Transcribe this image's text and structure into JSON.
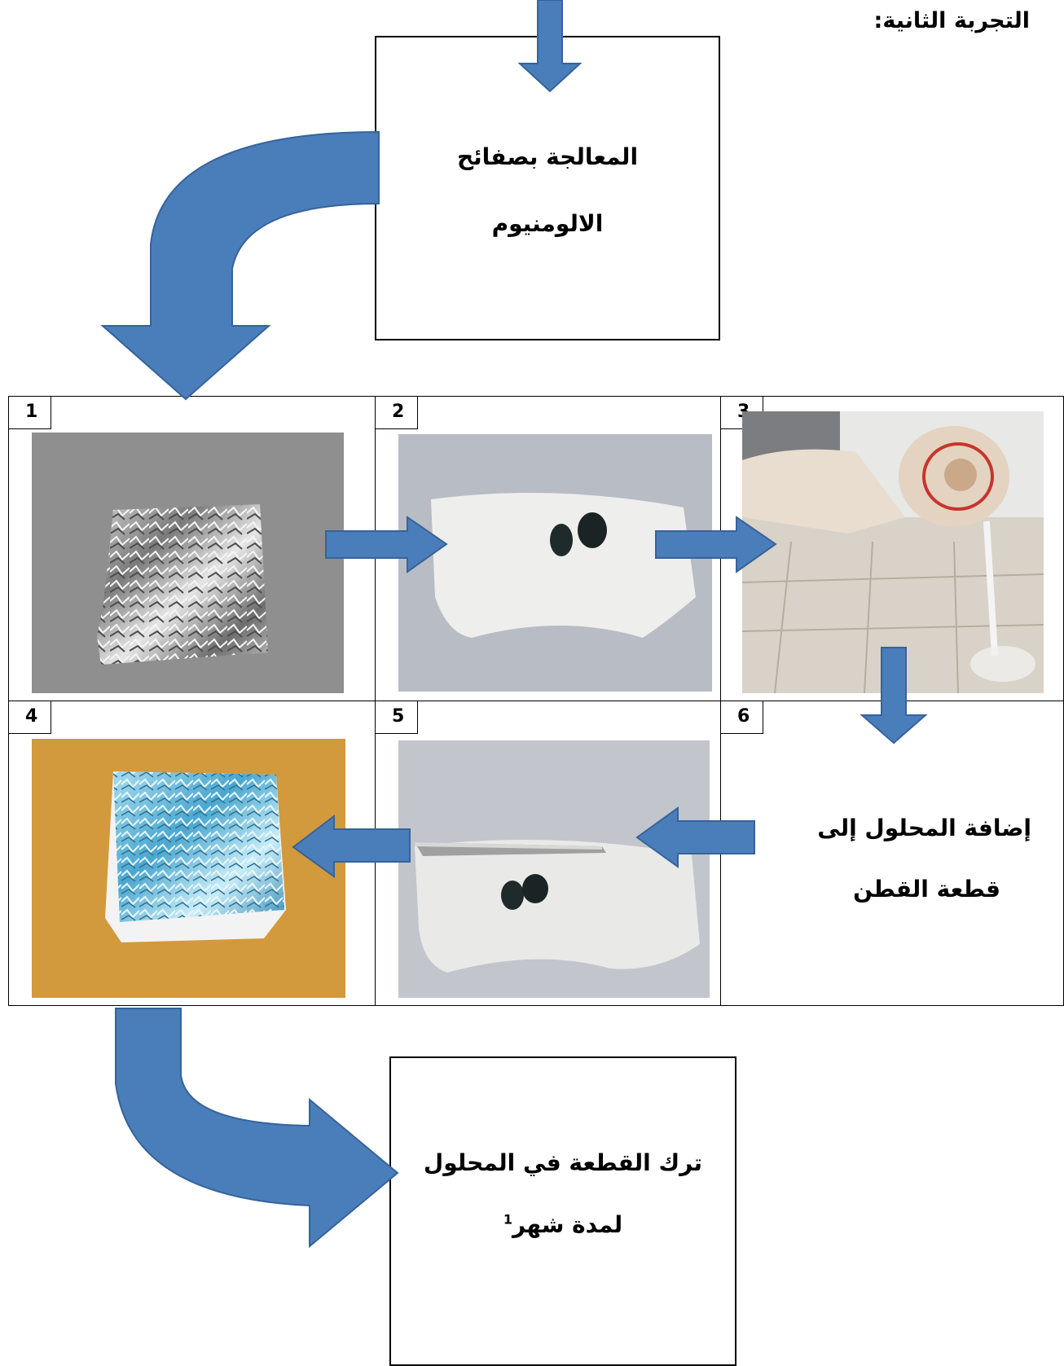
{
  "page": {
    "title": "التجربة الثانية:"
  },
  "boxes": {
    "top": {
      "line1": "المعالجة بصفائح",
      "line2": "الالومنيوم"
    },
    "bottom": {
      "line1": "ترك القطعة في المحلول",
      "line2_text": "لمدة شهر",
      "line2_footnote": "1"
    }
  },
  "cells": [
    {
      "number": "1",
      "photo": "crumpled-aluminum-foil"
    },
    {
      "number": "2",
      "photo": "cotton-with-dark-stones"
    },
    {
      "number": "3",
      "photo": "pouring-solution"
    },
    {
      "number": "4",
      "photo": "wrapped-blue-foil"
    },
    {
      "number": "5",
      "photo": "cotton-under-foil"
    },
    {
      "number": "6",
      "photo": ""
    }
  ],
  "side_label": {
    "line1": "إضافة المحلول إلى",
    "line2": "قطعة القطن"
  },
  "colors": {
    "arrow_fill": "#4a7ebb",
    "arrow_stroke": "#36639a"
  }
}
